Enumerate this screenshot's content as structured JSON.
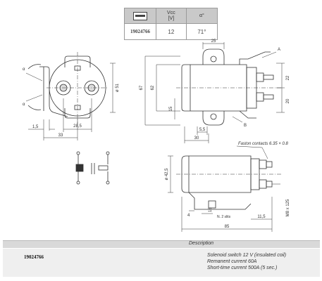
{
  "spec_table": {
    "headers": {
      "vcc": "Vcc",
      "vcc_unit": "[V]",
      "alpha": "α°"
    },
    "row": {
      "code": "19024766",
      "vcc": "12",
      "alpha": "71°"
    }
  },
  "dimensions": {
    "d_25": "25",
    "label_A": "A",
    "label_B": "B",
    "d_22": "22",
    "d_20": "20",
    "d_67": "67",
    "d_62": "62",
    "d_15": "15",
    "d_5_5": "5,5",
    "d_30": "30",
    "d_phi51": "ø 51",
    "d_1_5": "1,5",
    "d_28_5": "28,5",
    "d_33": "33",
    "alpha_a": "α",
    "alpha_b": "α",
    "faston": "Faston contacts 6.35 × 0.8",
    "d_phi42_5": "ø 42,5",
    "d_m8": "M8 x 125",
    "d_4": "4",
    "d_16": "16",
    "d_holes": "N. 2 slits",
    "d_11_5": "11,5",
    "d_85": "85"
  },
  "description": {
    "header": "Description",
    "code": "19024766",
    "lines": [
      "Solenoid switch 12 V (insulated coil)",
      "Remanent current 60A",
      "Short-time current 500A (5 sec.)"
    ]
  }
}
